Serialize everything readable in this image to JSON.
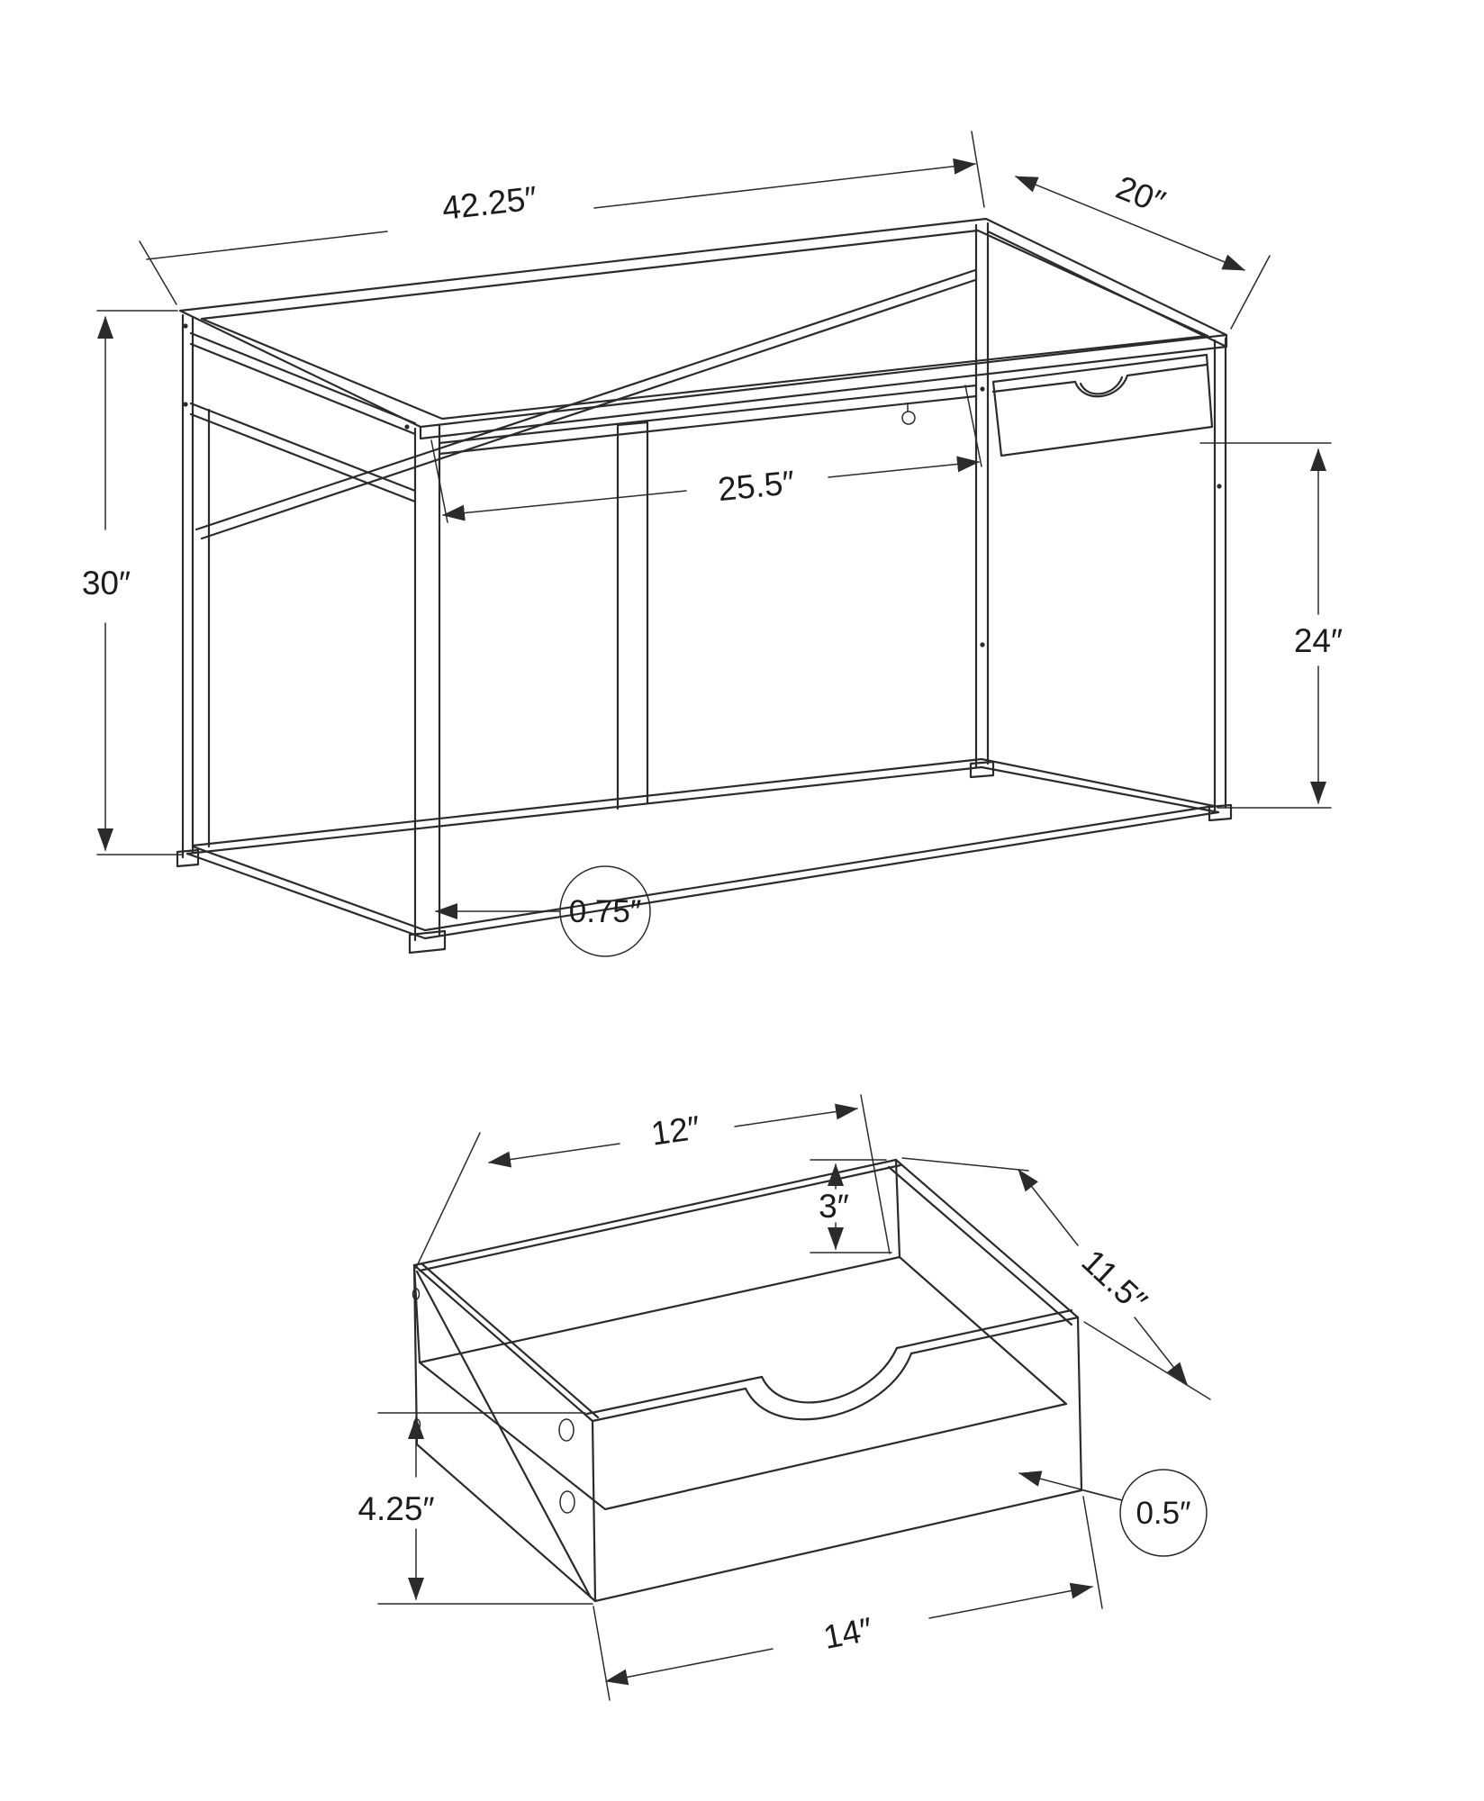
{
  "diagram_title": "desk-and-drawer-dimension-drawing",
  "units": "inches",
  "line_color": "#2b2b2b",
  "background_color": "#ffffff",
  "desk": {
    "dimensions": {
      "width": "42.25″",
      "depth": "20″",
      "height": "30″",
      "knee_space": "25.5″",
      "leg_clearance": "24″",
      "frame_thickness": "0.75″"
    }
  },
  "drawer": {
    "dimensions": {
      "back_width": "12″",
      "back_height": "3″",
      "depth": "11.5″",
      "side_height": "4.25″",
      "front_width": "14″",
      "panel_thickness": "0.5″"
    }
  }
}
